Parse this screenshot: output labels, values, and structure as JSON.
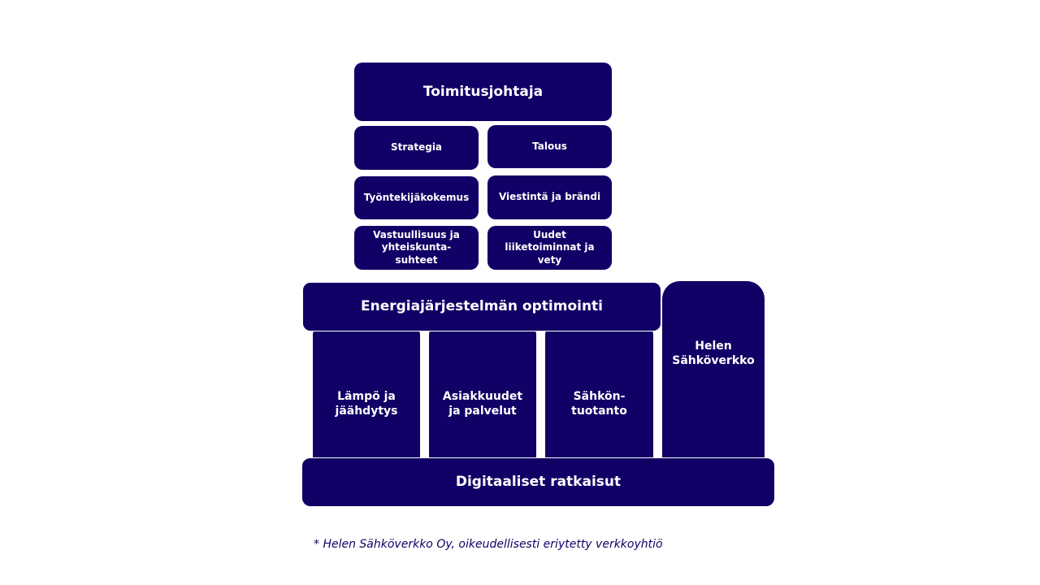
{
  "org": {
    "ceo": "Toimitusjohtaja",
    "staff_left": [
      "Strategia",
      "Työntekijäkokemus",
      "Vastuullisuus ja yhteiskunta-suhteet"
    ],
    "staff_right": [
      "Talous",
      "Viestintä ja brändi",
      "Uudet liiketoiminnat ja vety"
    ],
    "optimization": "Energiajärjestelmän optimointi",
    "units": [
      "Lämpö ja jäähdytys",
      "Asiakkuudet ja palvelut",
      "Sähkön-tuotanto"
    ],
    "network": "Helen Sähköverkko",
    "digital": "Digitaaliset ratkaisut"
  },
  "footnote": "* Helen Sähköverkko Oy, oikeudellisesti eriytetty verkkoyhtiö",
  "colors": {
    "box": "#110066",
    "text": "#ffffff",
    "footnote": "#110066"
  }
}
